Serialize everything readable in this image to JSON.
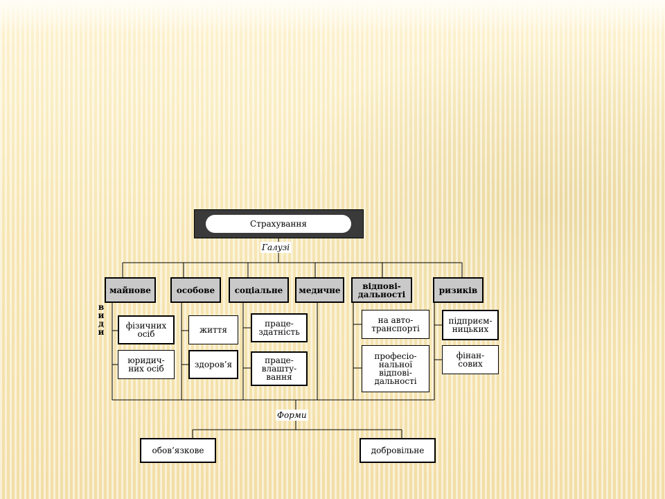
{
  "root": "Страхування",
  "branches_label": "Галузі",
  "forms_label": "Форми",
  "types_label": "в\nи\nд\nи",
  "branches": [
    {
      "label": "майнове",
      "items": [
        "фізичних\nосіб",
        "юридич-\nних осіб"
      ]
    },
    {
      "label": "особове",
      "items": [
        "життя",
        "здоров’я"
      ]
    },
    {
      "label": "соціальне",
      "items": [
        "праце-\nздатність",
        "праце-\nвлашту-\nвання"
      ]
    },
    {
      "label": "медичне",
      "items": []
    },
    {
      "label": "відпові-\nдальності",
      "items": [
        "на авто-\nтранспорті",
        "професіо-\nнальної\nвідпові-\nдальності"
      ]
    },
    {
      "label": "ризиків",
      "items": [
        "підприєм-\nницьких",
        "фінан-\nсових"
      ]
    }
  ],
  "forms": [
    "обов’язкове",
    "добровільне"
  ]
}
